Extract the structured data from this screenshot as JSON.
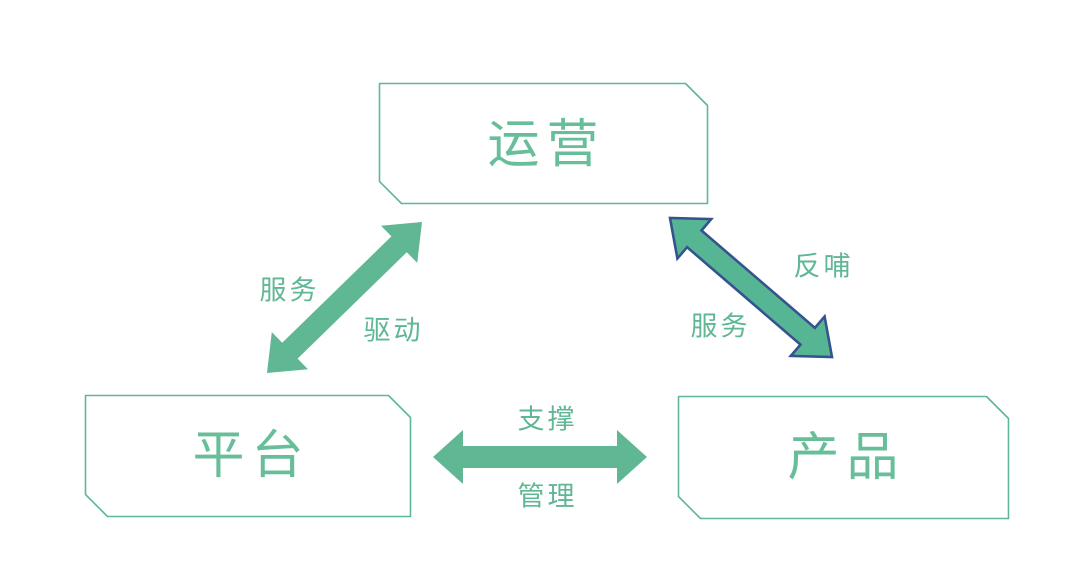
{
  "diagram": {
    "nodes": {
      "operations": {
        "label": "运营"
      },
      "platform": {
        "label": "平台"
      },
      "product": {
        "label": "产品"
      }
    },
    "edges": {
      "platform_operations": {
        "from": "平台",
        "to": "运营",
        "direction": "bidirectional",
        "label_upper": "服务",
        "label_lower": "驱动"
      },
      "operations_product": {
        "from": "运营",
        "to": "产品",
        "direction": "bidirectional",
        "label_upper": "反哺",
        "label_lower": "服务"
      },
      "platform_product": {
        "from": "平台",
        "to": "产品",
        "direction": "bidirectional",
        "label_upper": "支撑",
        "label_lower": "管理"
      }
    },
    "colors": {
      "green": "#5fb794",
      "node_text_green": "#68be99",
      "arrow_outline_blue": "#35548f",
      "background": "#ffffff"
    }
  }
}
